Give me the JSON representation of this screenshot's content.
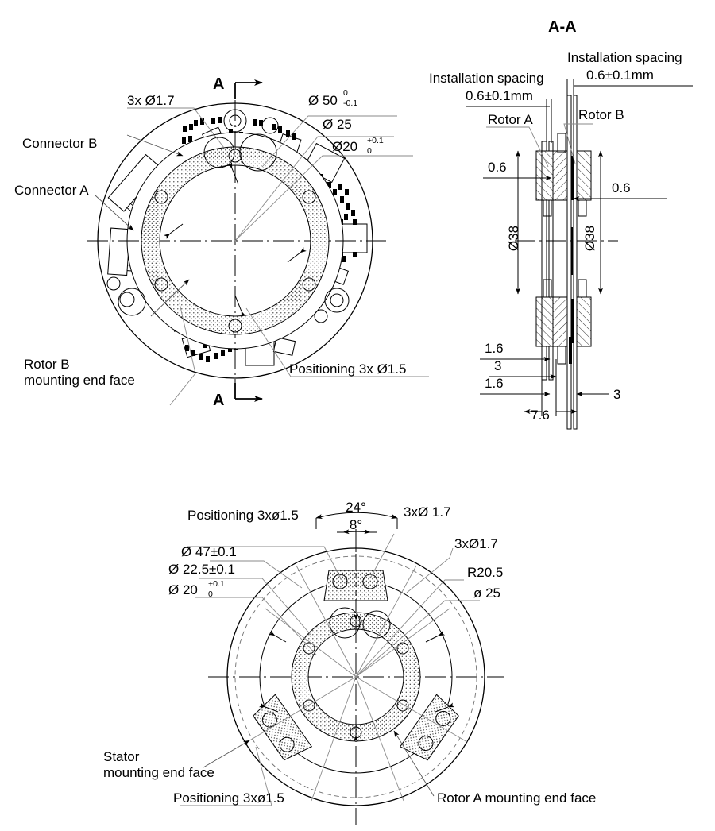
{
  "document": {
    "type": "engineering-drawing",
    "units": "mm"
  },
  "views": {
    "top": {
      "name": "PCB assembly plan view",
      "section_marks": {
        "top_letter": "A",
        "bottom_letter": "A"
      },
      "labels": {
        "holes_1_7": "3x Ø1.7",
        "connector_b": "Connector B",
        "connector_a": "Connector A",
        "rotor_b_end_face_line1": "Rotor B",
        "rotor_b_end_face_line2": "mounting end face",
        "positioning": "Positioning 3x Ø1.5",
        "dia50": "Ø 50",
        "dia50_tol_upper": "0",
        "dia50_tol_lower": "-0.1",
        "dia25": "Ø 25",
        "dia20": "Ø20",
        "dia20_tol_upper": "+0.1",
        "dia20_tol_lower": "0"
      }
    },
    "section": {
      "name": "Section A-A",
      "title": "A-A",
      "labels": {
        "install_left_line1": "Installation spacing",
        "install_left_line2": "0.6±0.1mm",
        "install_right_line1": "Installation spacing",
        "install_right_line2": "0.6±0.1mm",
        "rotor_a": "Rotor A",
        "rotor_b": "Rotor B",
        "gap_left": "0.6",
        "gap_right": "0.6",
        "dia38_left": "Ø38",
        "dia38_right": "Ø38",
        "t_1_6_a": "1.6",
        "t_3_a": "3",
        "t_1_6_b": "1.6",
        "t_3_b": "3",
        "total_width": "7.6"
      }
    },
    "bottom": {
      "name": "Stator and rotor plan view",
      "labels": {
        "angle_24": "24°",
        "angle_8": "8°",
        "positioning_top": "Positioning 3xø1.5",
        "holes_1_7_top": "3xØ 1.7",
        "holes_1_7_right": "3xØ1.7",
        "r20_5": "R20.5",
        "dia25": "ø 25",
        "dia47": "Ø 47±0.1",
        "dia22_5": "Ø 22.5±0.1",
        "dia20": "Ø 20",
        "dia20_tol_upper": "+0.1",
        "dia20_tol_lower": "0",
        "stator_end_face_line1": "Stator",
        "stator_end_face_line2": "mounting end face",
        "positioning_bottom": "Positioning 3xø1.5",
        "rotor_a_end_face": "Rotor A mounting end face"
      }
    }
  },
  "colors": {
    "line": "#000000",
    "leader": "#8a8a8a",
    "background": "#ffffff",
    "hatch": "#000000"
  }
}
